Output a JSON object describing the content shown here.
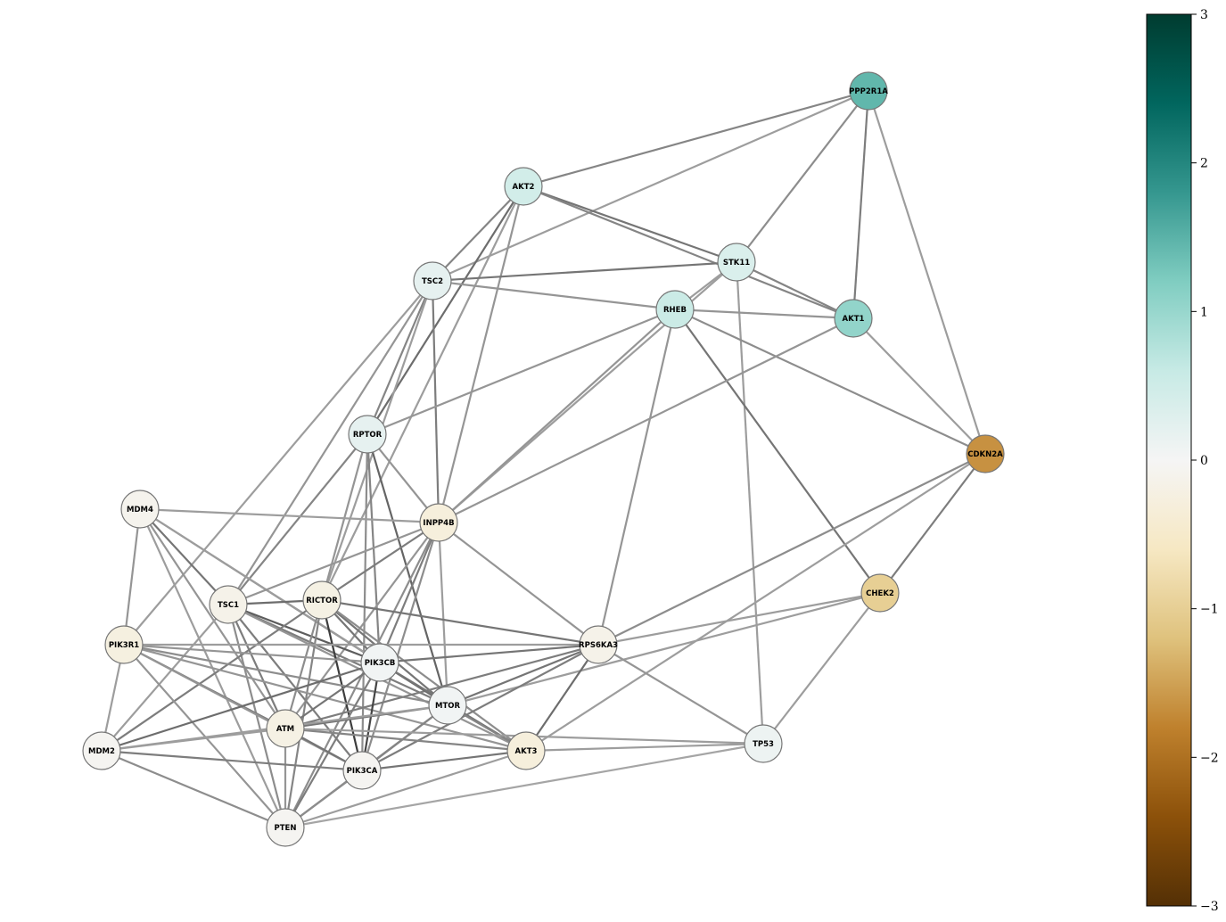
{
  "colorbar": {
    "min": -3,
    "max": 3,
    "ticks": [
      3,
      2,
      1,
      0,
      -1,
      -2,
      -3
    ],
    "tick_labels": [
      "3",
      "2",
      "1",
      "0",
      "−1",
      "−2",
      "−3"
    ],
    "colormap": [
      "#543005",
      "#8c510a",
      "#bf812d",
      "#dfc27d",
      "#f6e8c3",
      "#f5f5f5",
      "#c7eae5",
      "#80cdc1",
      "#35978f",
      "#01665e",
      "#003c30"
    ]
  },
  "nodes": [
    {
      "id": "PPP2R1A",
      "label": "PPP2R1A",
      "value": 1.45
    },
    {
      "id": "AKT2",
      "label": "AKT2",
      "value": 0.45
    },
    {
      "id": "STK11",
      "label": "STK11",
      "value": 0.35
    },
    {
      "id": "TSC2",
      "label": "TSC2",
      "value": 0.2
    },
    {
      "id": "RHEB",
      "label": "RHEB",
      "value": 0.55
    },
    {
      "id": "AKT1",
      "label": "AKT1",
      "value": 1.05
    },
    {
      "id": "CDKN2A",
      "label": "CDKN2A",
      "value": -1.65
    },
    {
      "id": "RPTOR",
      "label": "RPTOR",
      "value": 0.2
    },
    {
      "id": "MDM4",
      "label": "MDM4",
      "value": -0.1
    },
    {
      "id": "INPP4B",
      "label": "INPP4B",
      "value": -0.3
    },
    {
      "id": "CHEK2",
      "label": "CHEK2",
      "value": -1.0
    },
    {
      "id": "TSC1",
      "label": "TSC1",
      "value": -0.15
    },
    {
      "id": "RICTOR",
      "label": "RICTOR",
      "value": -0.2
    },
    {
      "id": "PIK3R1",
      "label": "PIK3R1",
      "value": -0.25
    },
    {
      "id": "RPS6KA3",
      "label": "RPS6KA3",
      "value": -0.15
    },
    {
      "id": "PIK3CB",
      "label": "PIK3CB",
      "value": 0.05
    },
    {
      "id": "MTOR",
      "label": "MTOR",
      "value": 0.05
    },
    {
      "id": "ATM",
      "label": "ATM",
      "value": -0.2
    },
    {
      "id": "AKT3",
      "label": "AKT3",
      "value": -0.3
    },
    {
      "id": "TP53",
      "label": "TP53",
      "value": 0.1
    },
    {
      "id": "MDM2",
      "label": "MDM2",
      "value": -0.05
    },
    {
      "id": "PIK3CA",
      "label": "PIK3CA",
      "value": -0.05
    },
    {
      "id": "PTEN",
      "label": "PTEN",
      "value": -0.05
    }
  ],
  "edges": [
    {
      "source": "PPP2R1A",
      "target": "AKT2",
      "weight": 0.45
    },
    {
      "source": "PPP2R1A",
      "target": "TSC2",
      "weight": 0.3
    },
    {
      "source": "PPP2R1A",
      "target": "STK11",
      "weight": 0.4
    },
    {
      "source": "PPP2R1A",
      "target": "AKT1",
      "weight": 0.5
    },
    {
      "source": "PPP2R1A",
      "target": "CDKN2A",
      "weight": 0.3
    },
    {
      "source": "AKT2",
      "target": "STK11",
      "weight": 0.55
    },
    {
      "source": "AKT2",
      "target": "AKT1",
      "weight": 0.45
    },
    {
      "source": "AKT2",
      "target": "TSC2",
      "weight": 0.45
    },
    {
      "source": "AKT2",
      "target": "RPTOR",
      "weight": 0.6
    },
    {
      "source": "AKT2",
      "target": "INPP4B",
      "weight": 0.35
    },
    {
      "source": "AKT2",
      "target": "RICTOR",
      "weight": 0.3
    },
    {
      "source": "STK11",
      "target": "TSC2",
      "weight": 0.55
    },
    {
      "source": "STK11",
      "target": "RHEB",
      "weight": 0.3
    },
    {
      "source": "STK11",
      "target": "AKT1",
      "weight": 0.45
    },
    {
      "source": "STK11",
      "target": "TP53",
      "weight": 0.3
    },
    {
      "source": "STK11",
      "target": "INPP4B",
      "weight": 0.3
    },
    {
      "source": "TSC2",
      "target": "RHEB",
      "weight": 0.35
    },
    {
      "source": "TSC2",
      "target": "INPP4B",
      "weight": 0.5
    },
    {
      "source": "TSC2",
      "target": "RPTOR",
      "weight": 0.45
    },
    {
      "source": "TSC2",
      "target": "TSC1",
      "weight": 0.35
    },
    {
      "source": "TSC2",
      "target": "PIK3R1",
      "weight": 0.3
    },
    {
      "source": "TSC2",
      "target": "RICTOR",
      "weight": 0.3
    },
    {
      "source": "RHEB",
      "target": "AKT1",
      "weight": 0.35
    },
    {
      "source": "RHEB",
      "target": "CDKN2A",
      "weight": 0.4
    },
    {
      "source": "RHEB",
      "target": "CHEK2",
      "weight": 0.55
    },
    {
      "source": "RHEB",
      "target": "RPTOR",
      "weight": 0.35
    },
    {
      "source": "RHEB",
      "target": "INPP4B",
      "weight": 0.35
    },
    {
      "source": "RHEB",
      "target": "RPS6KA3",
      "weight": 0.35
    },
    {
      "source": "AKT1",
      "target": "CDKN2A",
      "weight": 0.3
    },
    {
      "source": "AKT1",
      "target": "INPP4B",
      "weight": 0.35
    },
    {
      "source": "CDKN2A",
      "target": "CHEK2",
      "weight": 0.5
    },
    {
      "source": "CDKN2A",
      "target": "RPS6KA3",
      "weight": 0.4
    },
    {
      "source": "CDKN2A",
      "target": "AKT3",
      "weight": 0.3
    },
    {
      "source": "CHEK2",
      "target": "RPS6KA3",
      "weight": 0.3
    },
    {
      "source": "CHEK2",
      "target": "TP53",
      "weight": 0.3
    },
    {
      "source": "CHEK2",
      "target": "MTOR",
      "weight": 0.3
    },
    {
      "source": "RPTOR",
      "target": "INPP4B",
      "weight": 0.35
    },
    {
      "source": "RPTOR",
      "target": "TSC1",
      "weight": 0.45
    },
    {
      "source": "RPTOR",
      "target": "RICTOR",
      "weight": 0.35
    },
    {
      "source": "RPTOR",
      "target": "PIK3CB",
      "weight": 0.45
    },
    {
      "source": "RPTOR",
      "target": "MTOR",
      "weight": 0.65
    },
    {
      "source": "RPTOR",
      "target": "PIK3CA",
      "weight": 0.4
    },
    {
      "source": "MDM4",
      "target": "INPP4B",
      "weight": 0.3
    },
    {
      "source": "MDM4",
      "target": "TSC1",
      "weight": 0.55
    },
    {
      "source": "MDM4",
      "target": "PIK3R1",
      "weight": 0.35
    },
    {
      "source": "MDM4",
      "target": "PIK3CB",
      "weight": 0.45
    },
    {
      "source": "MDM4",
      "target": "ATM",
      "weight": 0.35
    },
    {
      "source": "MDM4",
      "target": "PTEN",
      "weight": 0.3
    },
    {
      "source": "MDM4",
      "target": "MTOR",
      "weight": 0.3
    },
    {
      "source": "INPP4B",
      "target": "RICTOR",
      "weight": 0.5
    },
    {
      "source": "INPP4B",
      "target": "TSC1",
      "weight": 0.35
    },
    {
      "source": "INPP4B",
      "target": "PIK3CB",
      "weight": 0.5
    },
    {
      "source": "INPP4B",
      "target": "MTOR",
      "weight": 0.3
    },
    {
      "source": "INPP4B",
      "target": "RPS6KA3",
      "weight": 0.35
    },
    {
      "source": "INPP4B",
      "target": "PIK3CA",
      "weight": 0.4
    },
    {
      "source": "INPP4B",
      "target": "ATM",
      "weight": 0.35
    },
    {
      "source": "INPP4B",
      "target": "PTEN",
      "weight": 0.4
    },
    {
      "source": "TSC1",
      "target": "RICTOR",
      "weight": 0.6
    },
    {
      "source": "TSC1",
      "target": "PIK3CB",
      "weight": 0.7
    },
    {
      "source": "TSC1",
      "target": "MTOR",
      "weight": 0.5
    },
    {
      "source": "TSC1",
      "target": "PIK3CA",
      "weight": 0.5
    },
    {
      "source": "TSC1",
      "target": "ATM",
      "weight": 0.5
    },
    {
      "source": "TSC1",
      "target": "PTEN",
      "weight": 0.4
    },
    {
      "source": "TSC1",
      "target": "MDM2",
      "weight": 0.3
    },
    {
      "source": "TSC1",
      "target": "AKT3",
      "weight": 0.35
    },
    {
      "source": "RICTOR",
      "target": "PIK3CB",
      "weight": 0.55
    },
    {
      "source": "RICTOR",
      "target": "MTOR",
      "weight": 0.55
    },
    {
      "source": "RICTOR",
      "target": "PIK3CA",
      "weight": 0.9
    },
    {
      "source": "RICTOR",
      "target": "RPS6KA3",
      "weight": 0.55
    },
    {
      "source": "RICTOR",
      "target": "ATM",
      "weight": 0.4
    },
    {
      "source": "RICTOR",
      "target": "PTEN",
      "weight": 0.45
    },
    {
      "source": "RICTOR",
      "target": "AKT3",
      "weight": 0.4
    },
    {
      "source": "RICTOR",
      "target": "MDM2",
      "weight": 0.5
    },
    {
      "source": "PIK3R1",
      "target": "PIK3CB",
      "weight": 0.35
    },
    {
      "source": "PIK3R1",
      "target": "MTOR",
      "weight": 0.4
    },
    {
      "source": "PIK3R1",
      "target": "ATM",
      "weight": 0.5
    },
    {
      "source": "PIK3R1",
      "target": "PTEN",
      "weight": 0.35
    },
    {
      "source": "PIK3R1",
      "target": "MDM2",
      "weight": 0.3
    },
    {
      "source": "PIK3R1",
      "target": "AKT3",
      "weight": 0.35
    },
    {
      "source": "PIK3R1",
      "target": "PIK3CA",
      "weight": 0.35
    },
    {
      "source": "PIK3R1",
      "target": "RPS6KA3",
      "weight": 0.3
    },
    {
      "source": "RPS6KA3",
      "target": "PIK3CB",
      "weight": 0.55
    },
    {
      "source": "RPS6KA3",
      "target": "MTOR",
      "weight": 0.55
    },
    {
      "source": "RPS6KA3",
      "target": "AKT3",
      "weight": 0.6
    },
    {
      "source": "RPS6KA3",
      "target": "ATM",
      "weight": 0.5
    },
    {
      "source": "RPS6KA3",
      "target": "PIK3CA",
      "weight": 0.5
    },
    {
      "source": "RPS6KA3",
      "target": "TP53",
      "weight": 0.35
    },
    {
      "source": "PIK3CB",
      "target": "MTOR",
      "weight": 0.6
    },
    {
      "source": "PIK3CB",
      "target": "ATM",
      "weight": 0.55
    },
    {
      "source": "PIK3CB",
      "target": "PIK3CA",
      "weight": 0.85
    },
    {
      "source": "PIK3CB",
      "target": "PTEN",
      "weight": 0.5
    },
    {
      "source": "PIK3CB",
      "target": "AKT3",
      "weight": 0.55
    },
    {
      "source": "PIK3CB",
      "target": "MDM2",
      "weight": 0.6
    },
    {
      "source": "MTOR",
      "target": "ATM",
      "weight": 0.55
    },
    {
      "source": "MTOR",
      "target": "PIK3CA",
      "weight": 0.5
    },
    {
      "source": "MTOR",
      "target": "PTEN",
      "weight": 0.45
    },
    {
      "source": "MTOR",
      "target": "AKT3",
      "weight": 0.45
    },
    {
      "source": "MTOR",
      "target": "MDM2",
      "weight": 0.3
    },
    {
      "source": "ATM",
      "target": "PIK3CA",
      "weight": 0.55
    },
    {
      "source": "ATM",
      "target": "PTEN",
      "weight": 0.35
    },
    {
      "source": "ATM",
      "target": "AKT3",
      "weight": 0.45
    },
    {
      "source": "ATM",
      "target": "MDM2",
      "weight": 0.3
    },
    {
      "source": "ATM",
      "target": "TP53",
      "weight": 0.3
    },
    {
      "source": "AKT3",
      "target": "PIK3CA",
      "weight": 0.55
    },
    {
      "source": "AKT3",
      "target": "TP53",
      "weight": 0.3
    },
    {
      "source": "AKT3",
      "target": "PTEN",
      "weight": 0.3
    },
    {
      "source": "MDM2",
      "target": "PIK3CA",
      "weight": 0.5
    },
    {
      "source": "MDM2",
      "target": "PTEN",
      "weight": 0.4
    },
    {
      "source": "PIK3CA",
      "target": "PTEN",
      "weight": 0.4
    },
    {
      "source": "PTEN",
      "target": "TP53",
      "weight": 0.25
    }
  ]
}
